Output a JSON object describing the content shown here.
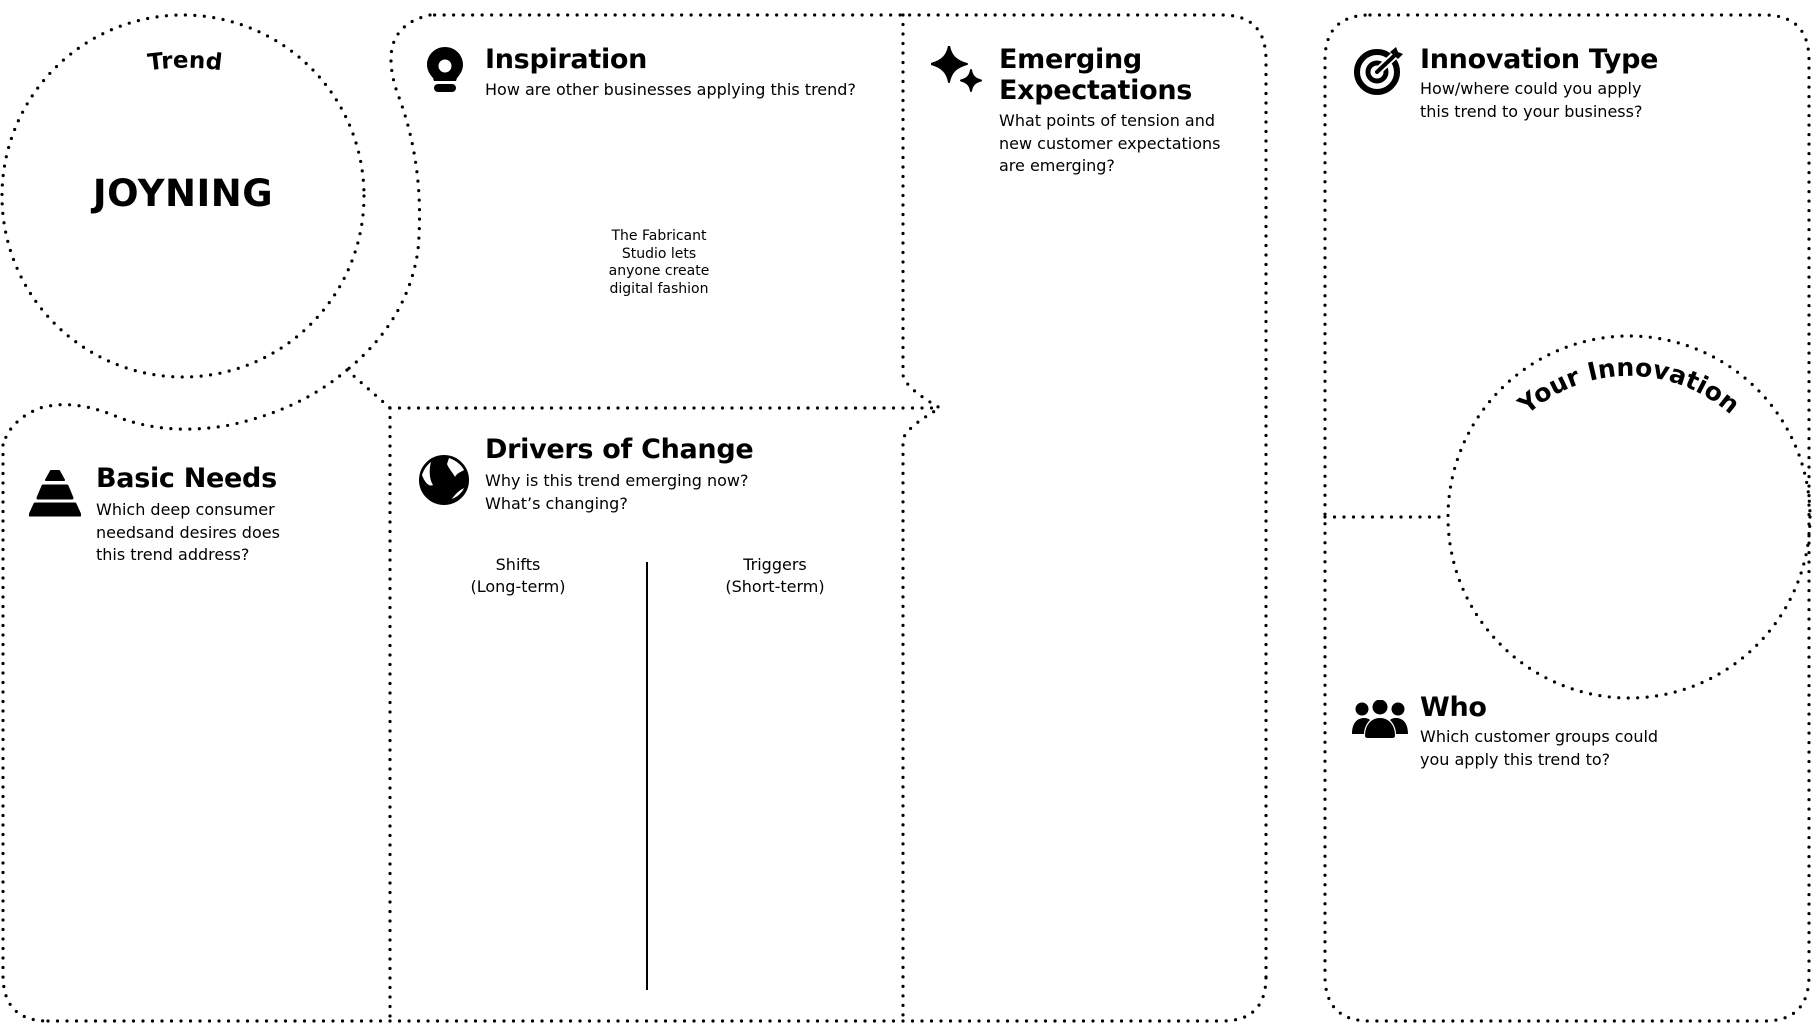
{
  "canvas": {
    "background": "#ffffff",
    "line_color": "#000000"
  },
  "trend": {
    "label": "Trend",
    "value": "JOYNING"
  },
  "inspiration": {
    "icon": "lightbulb-icon",
    "title": "Inspiration",
    "question": "How are other businesses applying this trend?",
    "note_lines": [
      "The Fabricant",
      "Studio lets",
      "anyone create",
      "digital fashion"
    ]
  },
  "emerging": {
    "icon": "sparkle-icon",
    "title_lines": [
      "Emerging",
      "Expectations"
    ],
    "question_lines": [
      "What points of tension and",
      "new customer expectations",
      "are emerging?"
    ]
  },
  "innovation_type": {
    "icon": "target-icon",
    "title": "Innovation Type",
    "question_lines": [
      "How/where could you apply",
      "this trend to your business?"
    ]
  },
  "basic_needs": {
    "icon": "pyramid-icon",
    "title": "Basic Needs",
    "question_lines": [
      "Which deep consumer",
      "needsand desires does",
      "this trend address?"
    ]
  },
  "drivers": {
    "icon": "globe-icon",
    "title": "Drivers of Change",
    "question_lines": [
      "Why is this trend emerging now?",
      "What’s changing?"
    ],
    "shifts": {
      "label": "Shifts",
      "sub": "(Long-term)"
    },
    "triggers": {
      "label": "Triggers",
      "sub": "(Short-term)"
    }
  },
  "your_innovation": {
    "label": "Your Innovation"
  },
  "who": {
    "icon": "people-group-icon",
    "title": "Who",
    "question_lines": [
      "Which customer groups could",
      "you apply this trend to?"
    ]
  }
}
